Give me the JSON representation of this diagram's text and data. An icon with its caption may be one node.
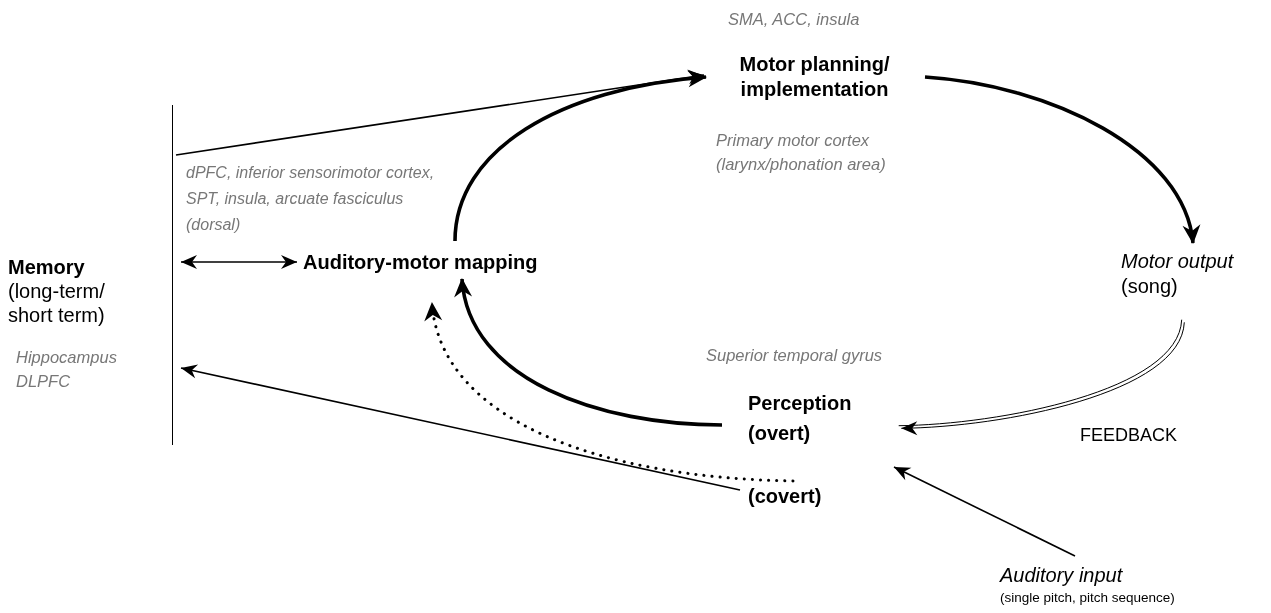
{
  "diagram": {
    "nodes": [
      {
        "text": [
          "Memory",
          "(long-term/ short term)",
          "Hippocampus DLPFC"
        ]
      },
      {
        "text": [
          "Auditory-motor mapping"
        ]
      },
      {
        "text": [
          "Motor planning/ implementation"
        ],
        "beside": [
          "SMA, ACC, insula",
          "Primary motor cortex (larynx/phonation area)"
        ]
      },
      {
        "text": [
          "Motor output",
          "(song)"
        ]
      },
      {
        "text": [
          "Perception (overt)"
        ],
        "beside": [
          "Superior temporal gyrus"
        ]
      },
      {
        "text": [
          "(covert)"
        ]
      },
      {
        "text": [
          "Auditory input",
          "(single pitch, pitch sequence)"
        ]
      }
    ],
    "edges": [
      {
        "from": 0,
        "to": 2,
        "arrow": "to"
      },
      {
        "from": 1,
        "to": 0,
        "arrow": "both"
      },
      {
        "from": 1,
        "to": 2,
        "arrow": "to",
        "style": "thick"
      },
      {
        "from": 2,
        "to": 3,
        "arrow": "to",
        "style": "thick"
      },
      {
        "from": 3,
        "to": 4,
        "arrow": "to",
        "label": "FEEDBACK"
      },
      {
        "from": 4,
        "to": 1,
        "arrow": "to",
        "style": "thick"
      },
      {
        "from": 5,
        "to": 1,
        "arrow": "to",
        "style": "dashed"
      },
      {
        "from": 5,
        "to": 0,
        "arrow": "to"
      },
      {
        "from": 6,
        "to": 4,
        "arrow": "to"
      }
    ],
    "labels": [
      "dPFC, inferior sensorimotor cortex, SPT, insula, arcuate fasciculus (dorsal)"
    ]
  }
}
